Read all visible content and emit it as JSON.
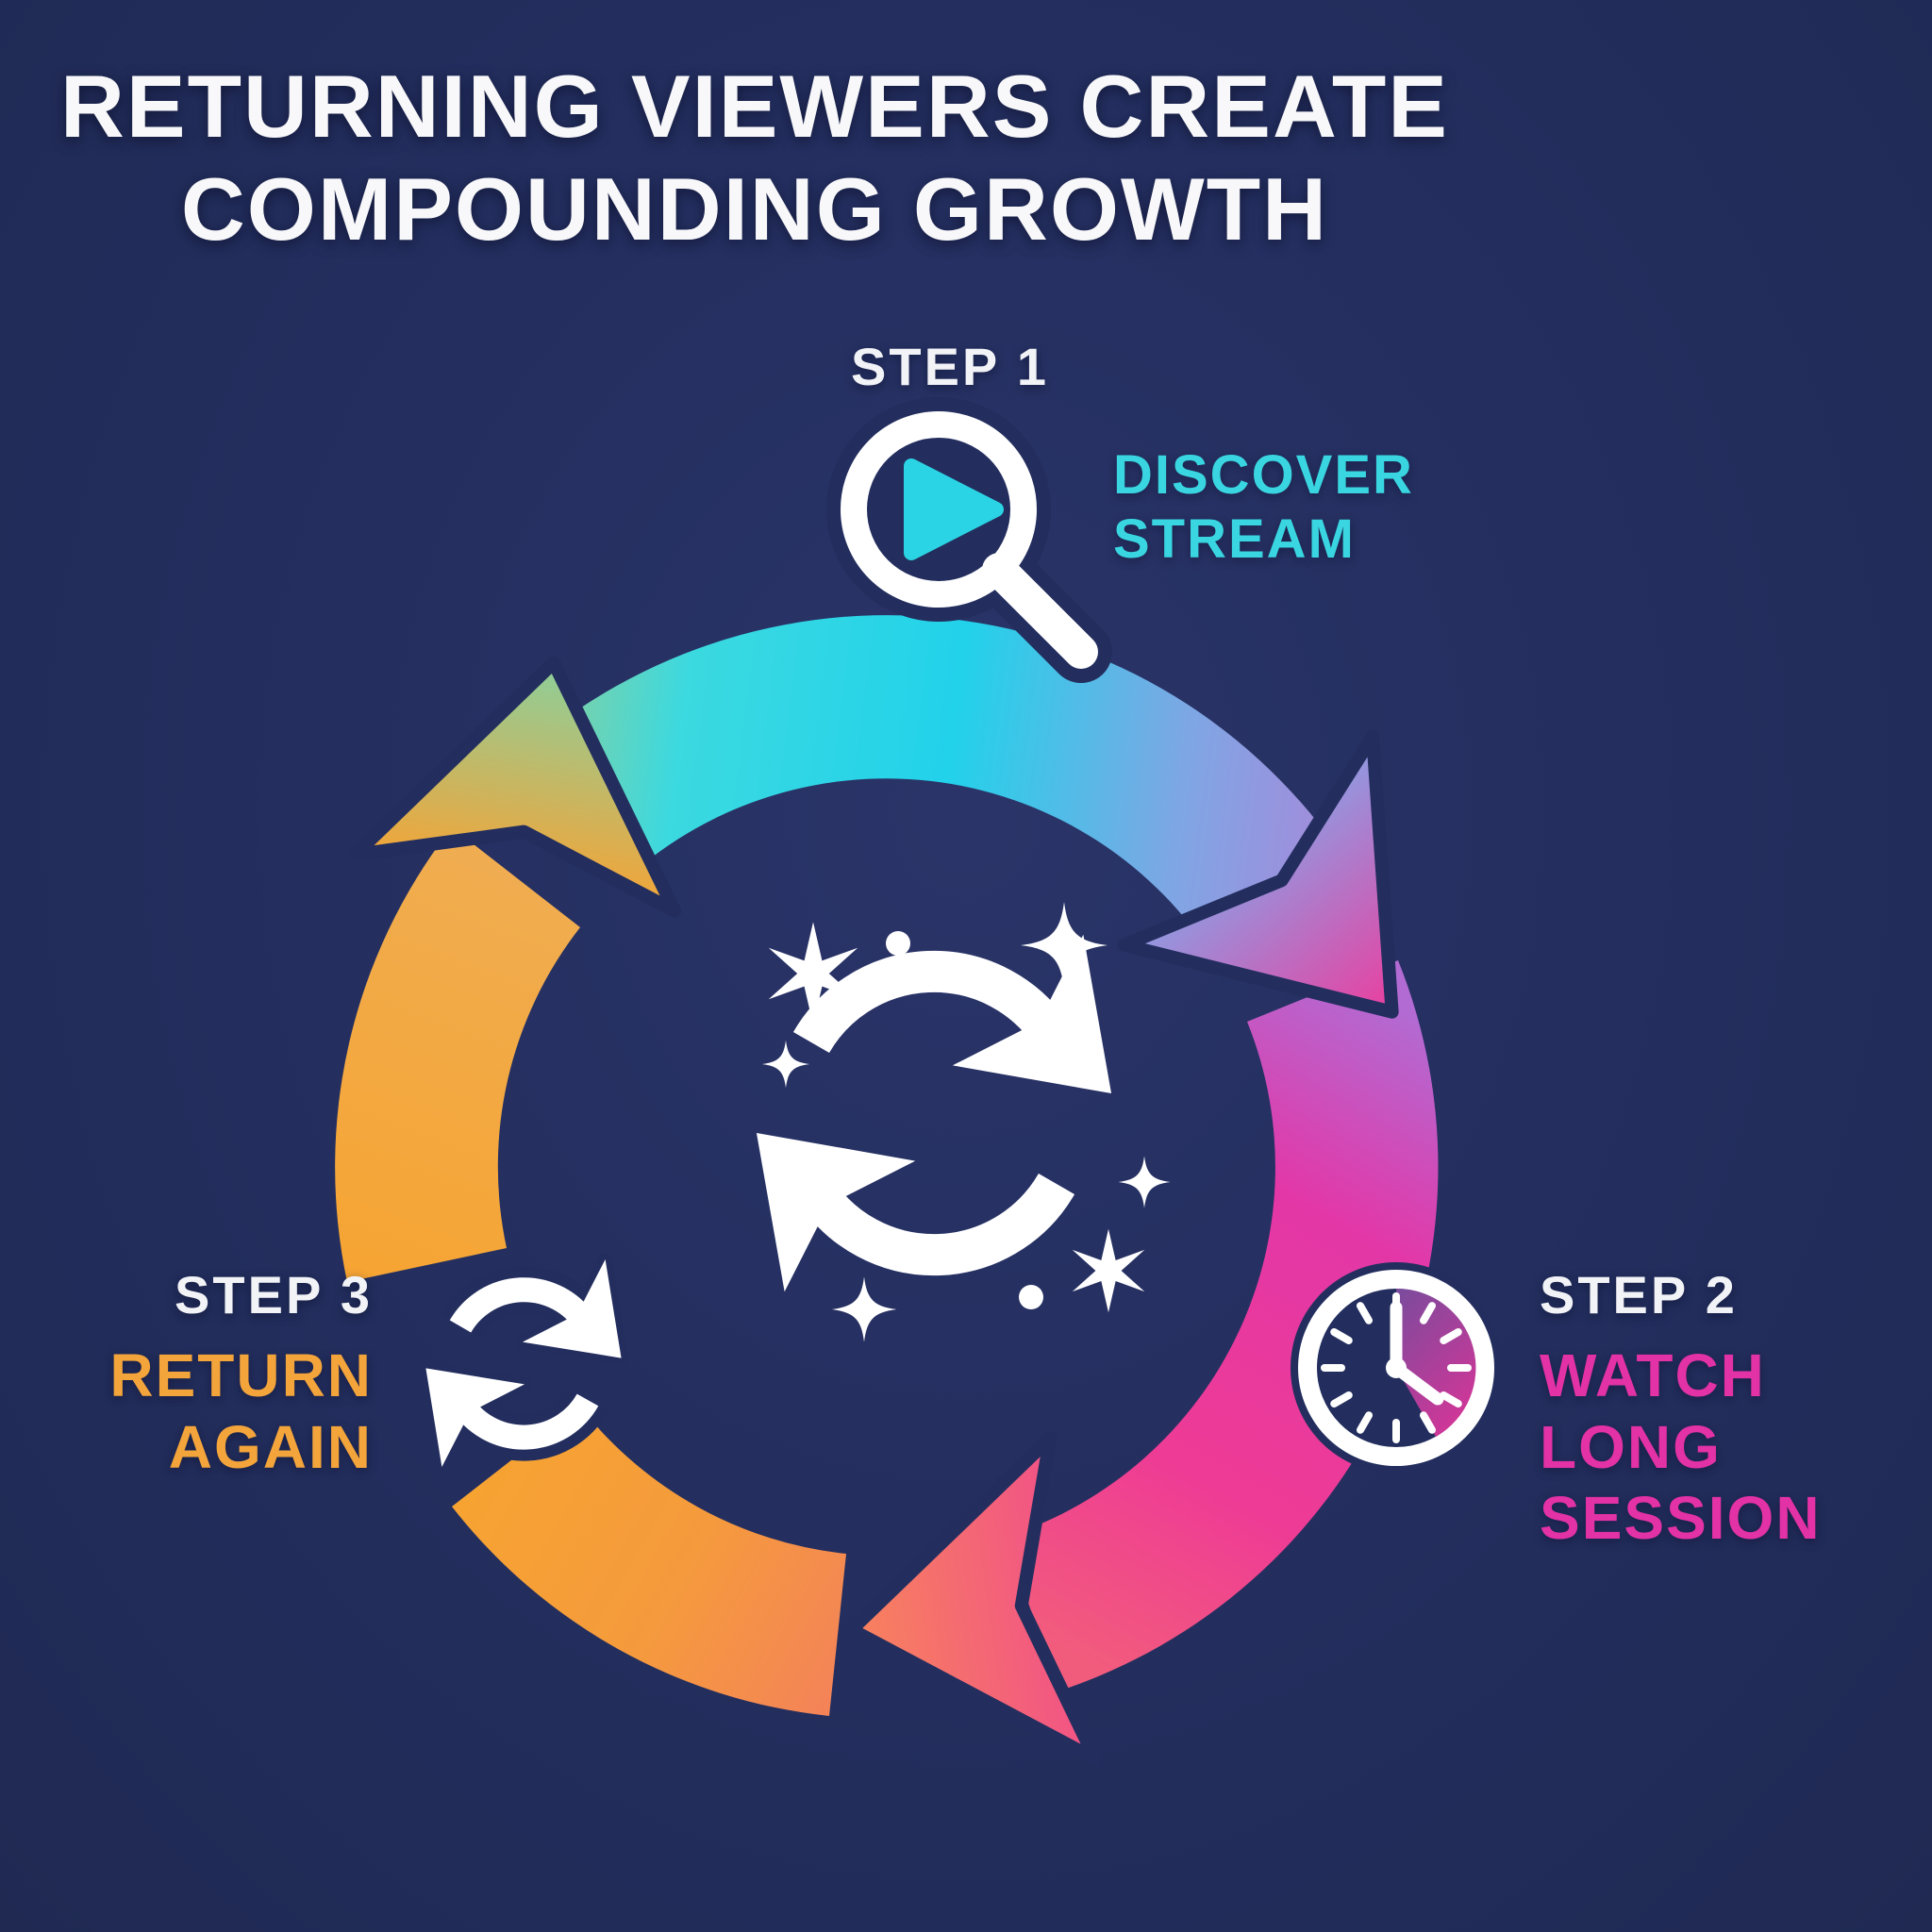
{
  "title": "RETURNING VIEWERS CREATE\nCOMPOUNDING GROWTH",
  "diagram": {
    "type": "cycle",
    "center_icon": "cycle-refresh-icon",
    "decoration": "sparkle-icons",
    "steps": [
      {
        "id": 1,
        "label": "STEP 1",
        "title": "DISCOVER\nSTREAM",
        "icon": "magnifier-play-icon",
        "accent": "#39d6e2"
      },
      {
        "id": 2,
        "label": "STEP 2",
        "title": "WATCH\nLONG\nSESSION",
        "icon": "clock-icon",
        "accent": "#e331a6"
      },
      {
        "id": 3,
        "label": "STEP 3",
        "title": "RETURN\nAGAIN",
        "icon": "refresh-icon",
        "accent": "#f3a43b"
      }
    ]
  },
  "colors": {
    "background": "#232e5e",
    "title_text": "#f8f8fa",
    "step_label_text": "#f2f3f7",
    "step1_accent": "#39d6e2",
    "step2_accent": "#e331a6",
    "step3_accent": "#f3a43b",
    "ring_teal": "#8ccf9b",
    "ring_cyan": "#22d2ea",
    "ring_blue_purple": "#8fa3e2",
    "ring_purple": "#ab85d9",
    "ring_magenta": "#e93aa4",
    "ring_coral": "#f4705c",
    "ring_orange": "#f6a431",
    "icon_white": "#ffffff",
    "navy_outline": "#232e5e"
  }
}
